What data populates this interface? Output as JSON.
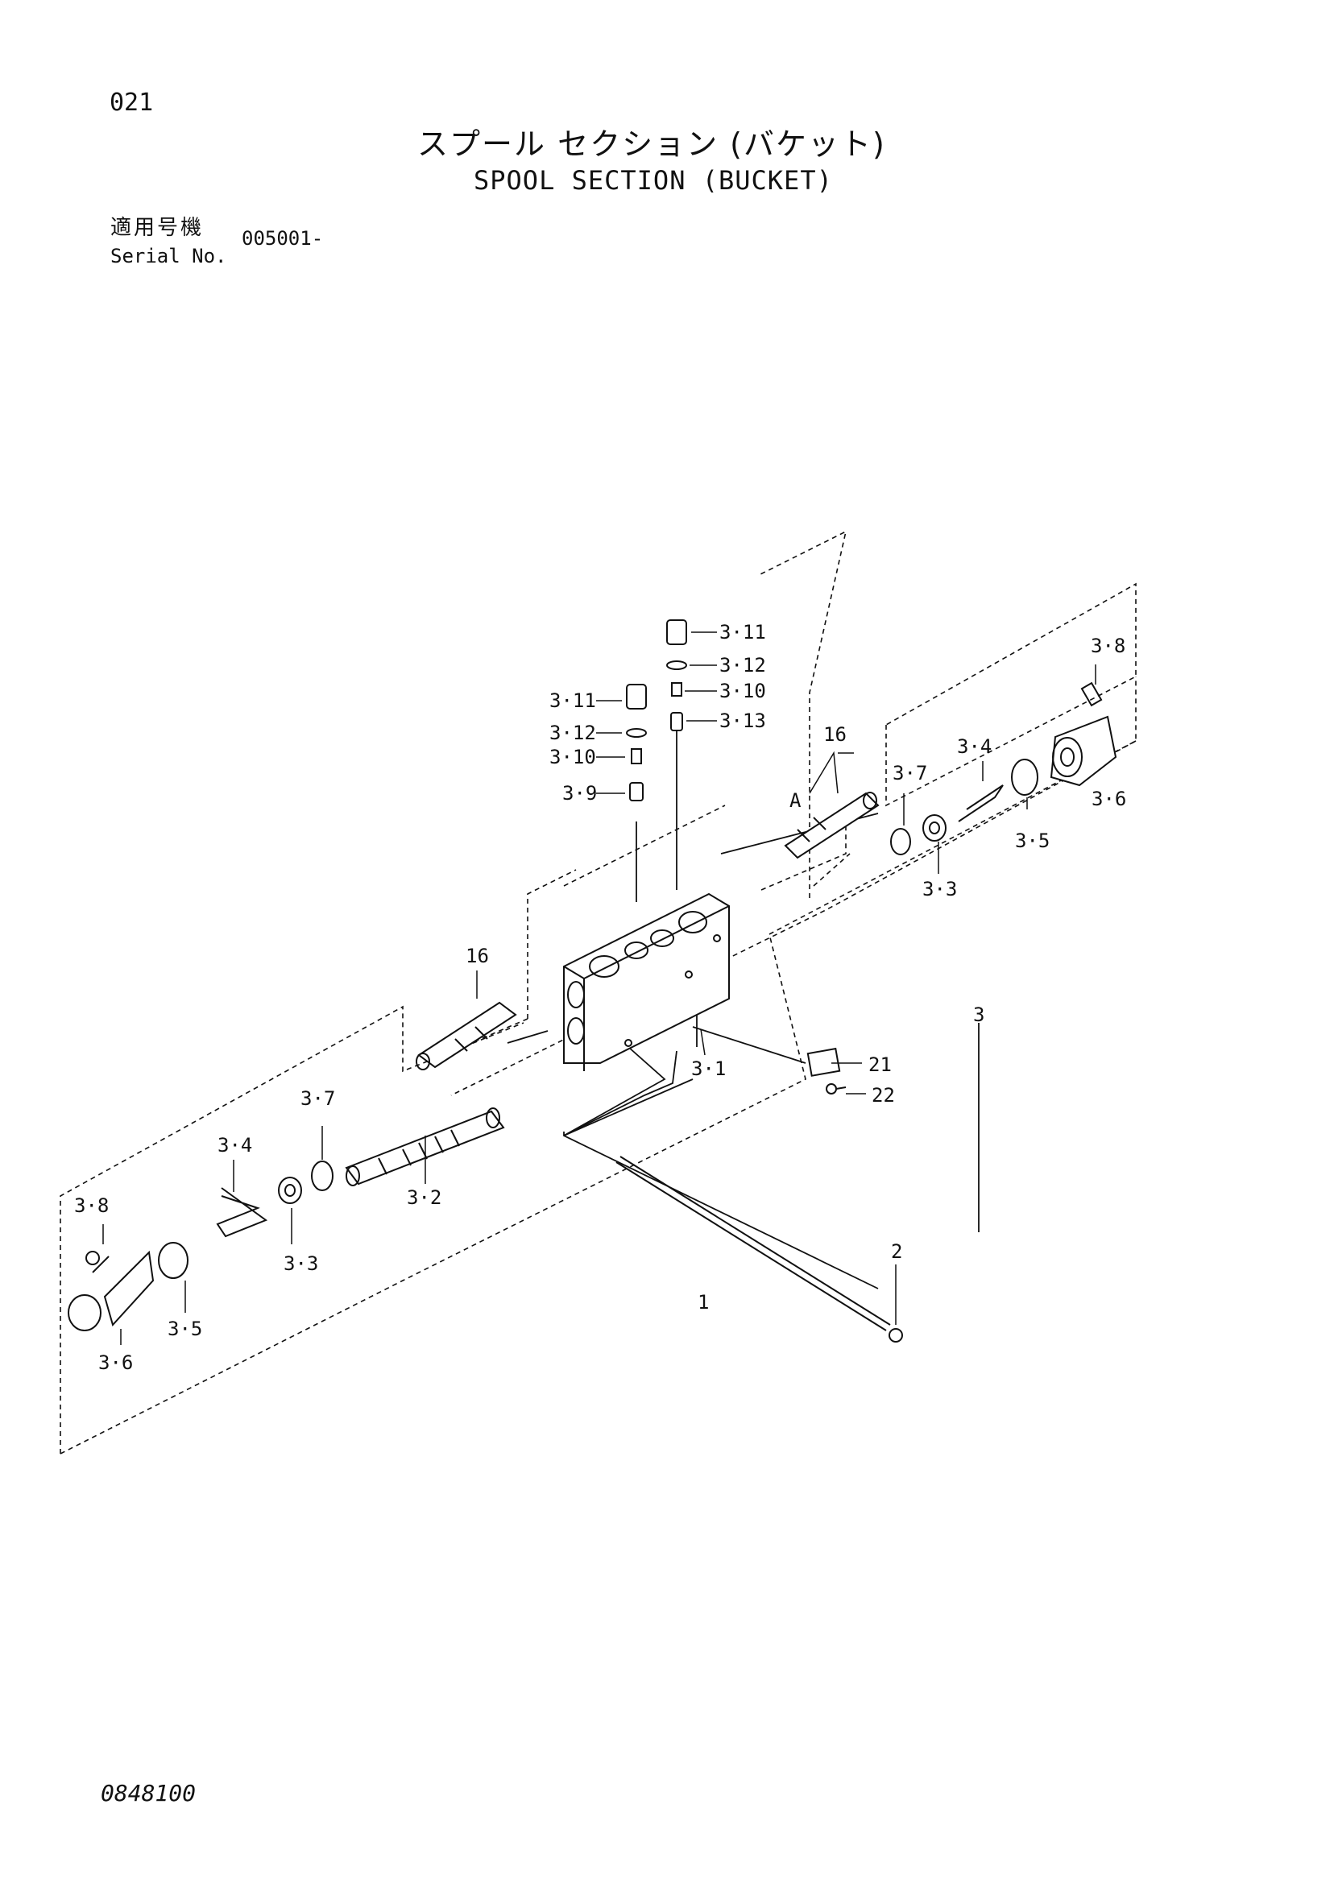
{
  "header": {
    "page_number": "021",
    "title_ja": "スプール セクション (バケット)",
    "title_en": "SPOOL SECTION (BUCKET)",
    "serial_label_ja": "適用号機",
    "serial_label_en": "Serial No.",
    "serial_value": "005001-"
  },
  "footer": {
    "drawing_number": "0848100"
  },
  "callouts": {
    "c_3_11_a": "3·11",
    "c_3_12_a": "3·12",
    "c_3_10_a": "3·10",
    "c_3_13": "3·13",
    "c_3_11_b": "3·11",
    "c_3_12_b": "3·12",
    "c_3_10_b": "3·10",
    "c_3_9": "3·9",
    "c_16_a": "16",
    "c_A": "A",
    "c_3_7_r": "3·7",
    "c_3_4_r": "3·4",
    "c_3_8_r": "3·8",
    "c_3_6_r": "3·6",
    "c_3_5_r": "3·5",
    "c_3_3_r": "3·3",
    "c_16_b": "16",
    "c_3": "3",
    "c_3_1": "3·1",
    "c_21": "21",
    "c_22": "22",
    "c_3_7_l": "3·7",
    "c_3_4_l": "3·4",
    "c_3_2": "3·2",
    "c_3_8_l": "3·8",
    "c_3_3_l": "3·3",
    "c_3_5_l": "3·5",
    "c_3_6_l": "3·6",
    "c_2": "2",
    "c_1": "1"
  }
}
